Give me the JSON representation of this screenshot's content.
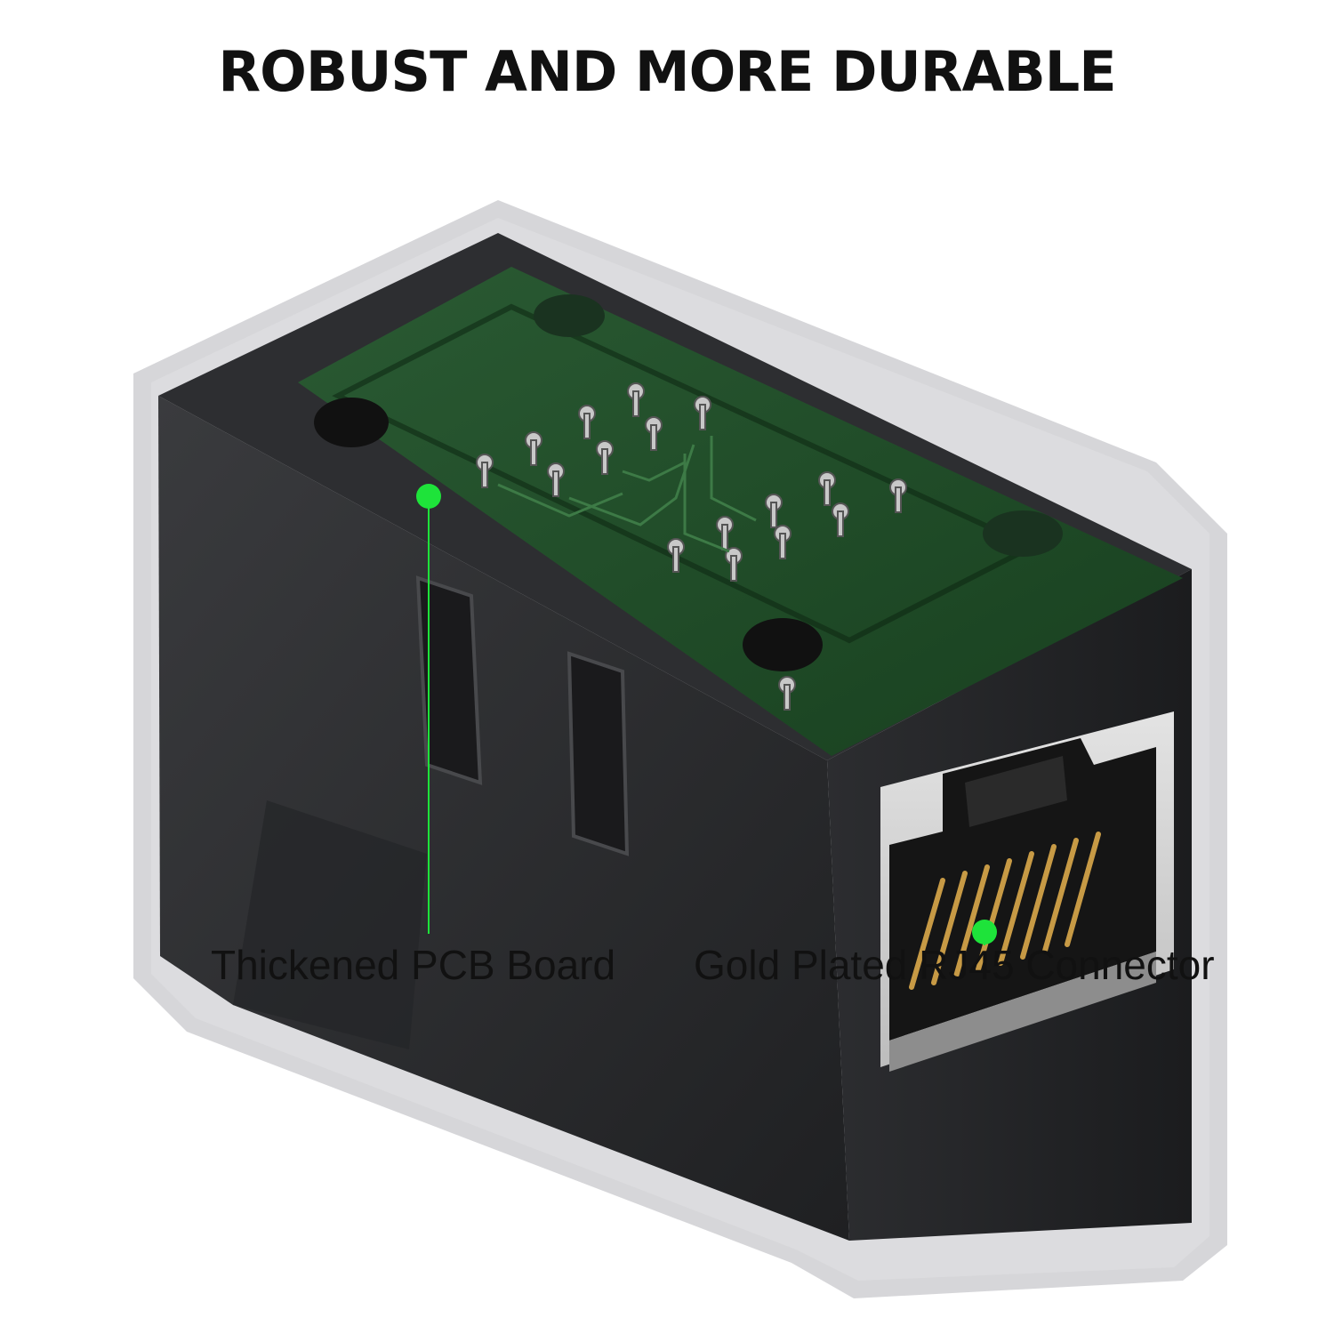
{
  "headline": "ROBUST AND MORE DURABLE",
  "callouts": [
    {
      "label": "Thickened PCB Board",
      "icon": "pcb-board-marker"
    },
    {
      "label": "Gold Plated RJ45 Connector",
      "icon": "rj45-connector-marker"
    }
  ],
  "colors": {
    "accent": "#1ee33a",
    "pcb": "#1f4f2a",
    "body": "#2b2c2e",
    "halo": "#d6d6d8",
    "gold": "#c79a45"
  },
  "product": {
    "icon": "rj45-coupler-icon"
  }
}
